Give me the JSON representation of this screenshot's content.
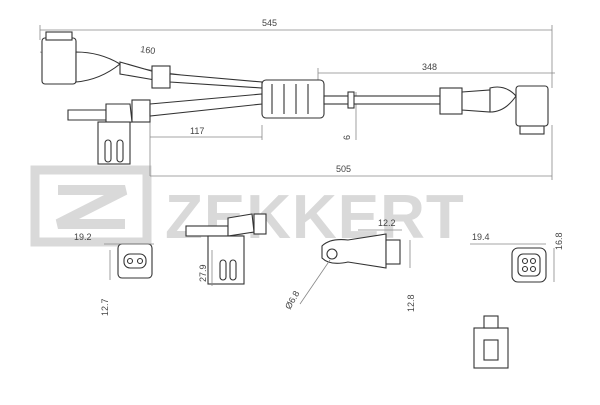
{
  "watermark": {
    "brand": "ZEKKERT"
  },
  "dimensions": {
    "overall_length": "545",
    "branch_left": "160",
    "right_lead": "348",
    "branch_short": "117",
    "cable_dia": "6",
    "lower_length": "505",
    "plug1_width": "19.2",
    "plug1_height": "12.7",
    "sensor_height": "27.9",
    "tab_width": "12.2",
    "bolt_hole": "Ø6.8",
    "tab_height": "12.8",
    "plug2_width": "19.4",
    "plug2_height": "16.8"
  },
  "colors": {
    "line": "#333333",
    "dim_line": "#888888",
    "watermark": "#d9d9d9"
  }
}
